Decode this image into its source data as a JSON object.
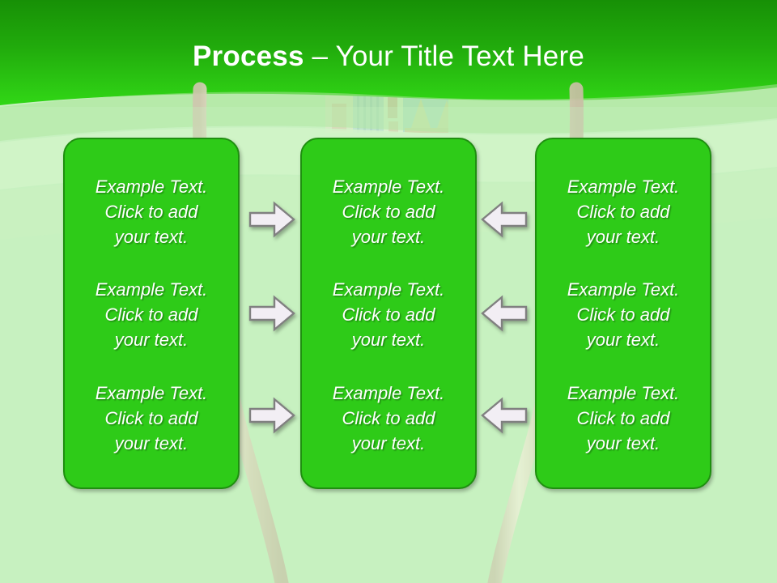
{
  "slide": {
    "title": {
      "strong": "Process",
      "rest": " – Your Title Text Here"
    },
    "theme": {
      "header_top_color": "#1a9409",
      "header_bottom_color": "#2fd415",
      "body_bg_color": "#c8f1c1",
      "box_fill_color": "#2ecb18",
      "box_border_color": "#1f8f10",
      "text_color": "#ffffff",
      "arrow_fill_color": "#f2eef4",
      "arrow_border_color": "#808080",
      "stem_color": "#e8e0cb"
    },
    "columns": [
      {
        "name": "column-left",
        "items": [
          "Example Text.\nClick  to add\nyour text.",
          "Example Text.\nClick  to add\nyour text.",
          "Example Text.\nClick  to add\nyour text."
        ]
      },
      {
        "name": "column-middle",
        "items": [
          "Example Text.\nClick  to add\nyour text.",
          "Example Text.\nClick  to add\nyour text.",
          "Example Text.\nClick  to add\nyour text."
        ]
      },
      {
        "name": "column-right",
        "items": [
          "Example Text.\nClick  to add\nyour text.",
          "Example Text.\nClick  to add\nyour text.",
          "Example Text.\nClick  to add\nyour text."
        ]
      }
    ],
    "arrows": {
      "right": [
        "arrow-right-icon",
        "arrow-right-icon",
        "arrow-right-icon"
      ],
      "left": [
        "arrow-left-icon",
        "arrow-left-icon",
        "arrow-left-icon"
      ]
    }
  }
}
